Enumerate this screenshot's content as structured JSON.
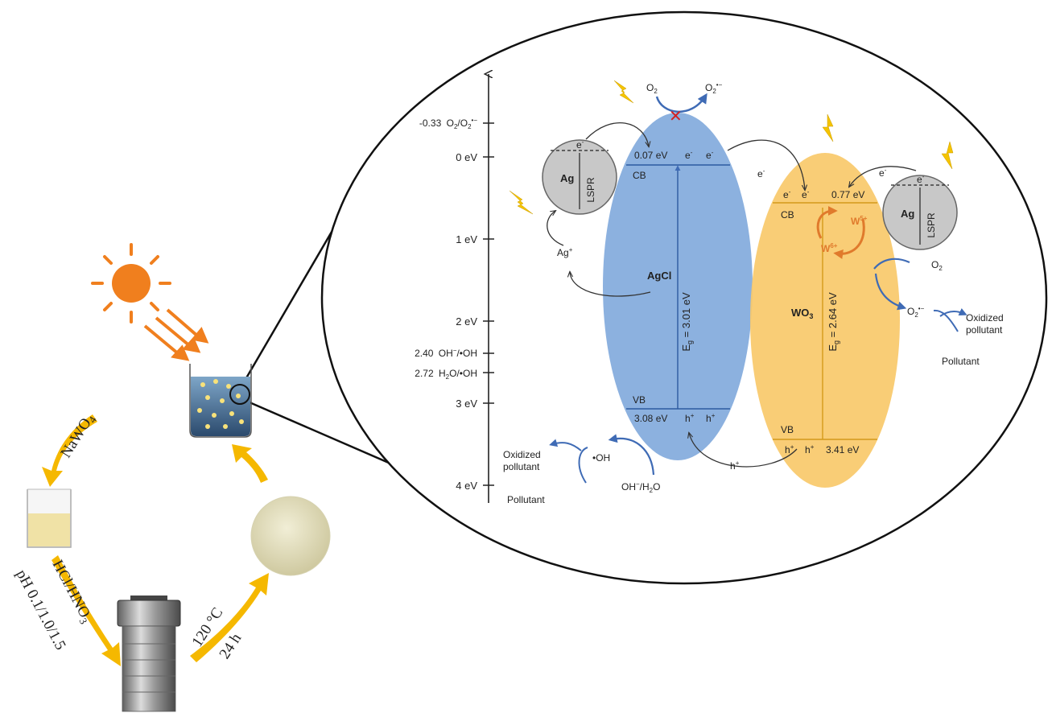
{
  "energy_axis": {
    "ticks": [
      "0 eV",
      "1 eV",
      "2 eV",
      "3 eV",
      "4 eV"
    ],
    "potentials": [
      {
        "value": "-0.33",
        "couple_main": "O",
        "couple_sub": "2",
        "couple_slash": "/O",
        "couple_sub2": "2",
        "couple_sup": "•−"
      },
      {
        "value": "2.40",
        "couple_plain": "OH",
        "couple_sup": "−",
        "couple_rest": "/•OH"
      },
      {
        "value": "2.72",
        "couple_main": "H",
        "couple_sub": "2",
        "couple_rest": "O/•OH"
      }
    ]
  },
  "agcl": {
    "name": "AgCl",
    "cb_label": "CB",
    "vb_label": "VB",
    "cb_energy": "0.07 eV",
    "vb_energy": "3.08 eV",
    "bandgap_E": "E",
    "bandgap_sub": "g",
    "bandgap_value": " = 3.01 eV",
    "color": "#7fa8dc"
  },
  "wo3": {
    "name_main": "WO",
    "name_sub": "3",
    "cb_label": "CB",
    "vb_label": "VB",
    "cb_energy": "0.77 eV",
    "vb_energy": "3.41 eV",
    "bandgap_E": "E",
    "bandgap_sub": "g",
    "bandgap_value": " = 2.64 eV",
    "w6": "W",
    "w6_sup": "6+",
    "w5": "W",
    "w5_sup": "5+",
    "color": "#f9c96a"
  },
  "ag_particle": {
    "label": "Ag",
    "lspr": "LSPR",
    "electron": "e",
    "electron_sup": "-"
  },
  "carriers": {
    "e": "e",
    "e_sup": "-",
    "h": "h",
    "h_sup": "+"
  },
  "species": {
    "o2_main": "O",
    "o2_sub": "2",
    "superoxide_sup": "•−",
    "ag_ion": "Ag",
    "ag_ion_sup": "+",
    "oh_radical": "•OH",
    "oh_minus": "OH",
    "oh_minus_sup": "−",
    "water": "/H",
    "water_sub": "2",
    "water_rest": "O",
    "oxidized_pollutant_line1": "Oxidized",
    "oxidized_pollutant_line2": "pollutant",
    "pollutant": "Pollutant",
    "blocked_mark": "✕"
  },
  "synthesis": {
    "precursor_main": "NaWO",
    "precursor_sub": "4",
    "acid_main": "HCl/HNO",
    "acid_sub": "3",
    "ph": "pH 0.1/1.0/1.5",
    "temperature": "120 °C",
    "time": "24 h"
  },
  "colors": {
    "arrow_yellow": "#f5b800",
    "sun_orange": "#f07f1e",
    "blue_arrow": "#3f6bb5",
    "orange_arrow": "#e07a2c"
  }
}
